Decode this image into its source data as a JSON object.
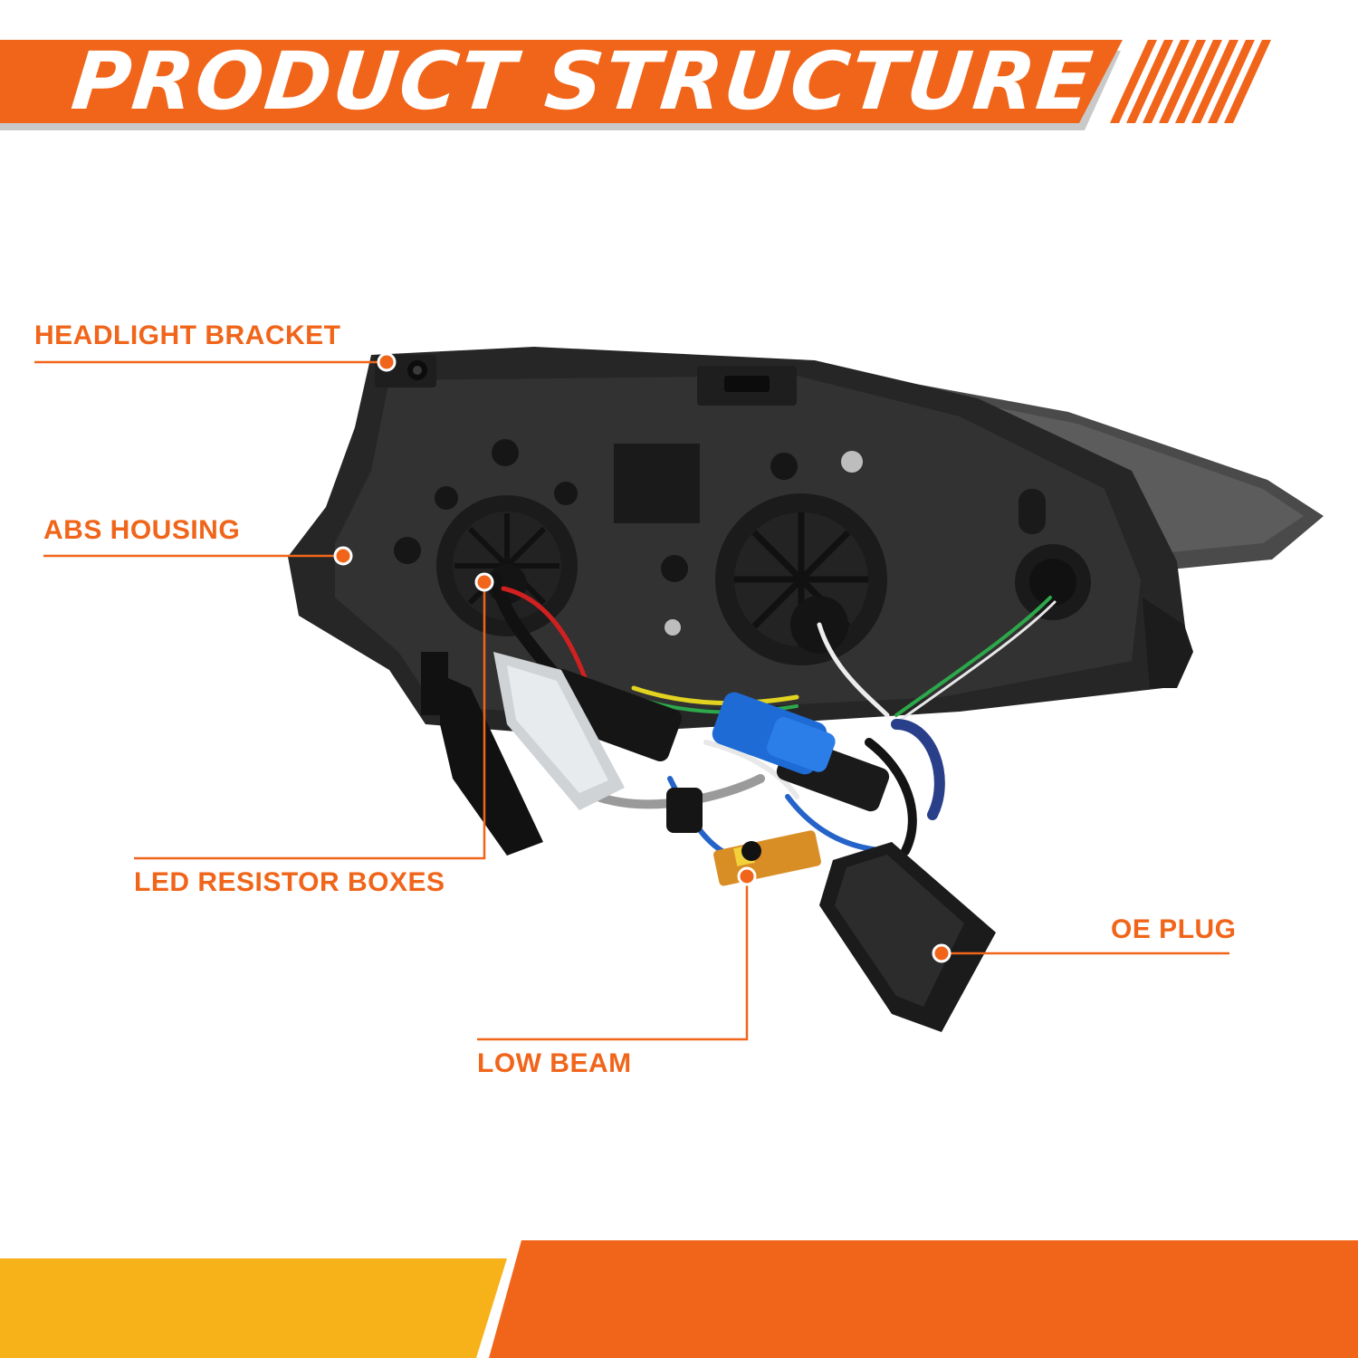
{
  "banner": {
    "title": "PRODUCT STRUCTURE"
  },
  "colors": {
    "accent_orange": "#f0651a",
    "accent_yellow": "#f7b21a",
    "housing_dark": "#262626"
  },
  "callouts": {
    "headlight_bracket": "HEADLIGHT BRACKET",
    "abs_housing": "ABS HOUSING",
    "led_resistor_boxes": "LED RESISTOR BOXES",
    "oe_plug": "OE PLUG",
    "low_beam": "LOW BEAM"
  }
}
